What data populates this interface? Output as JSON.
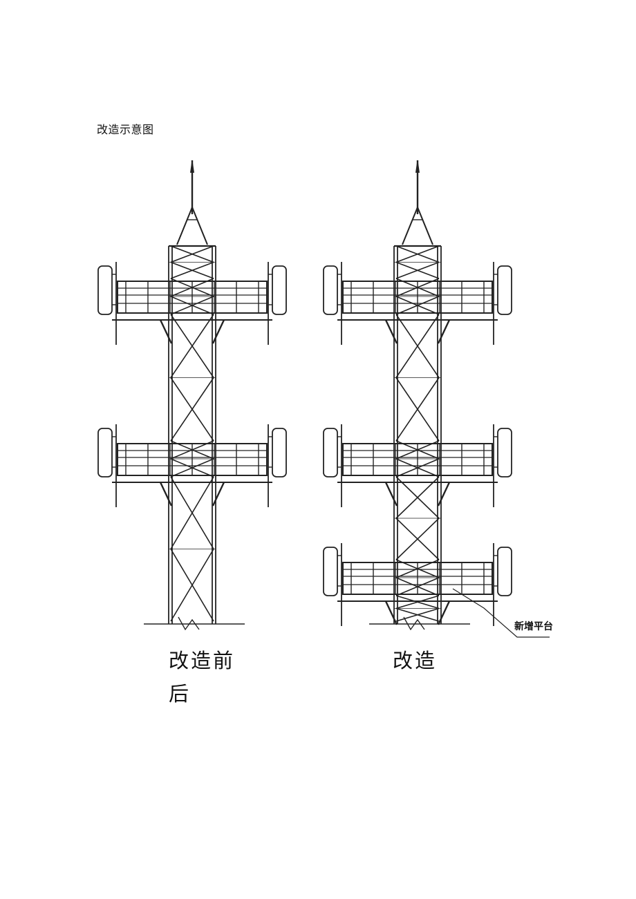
{
  "document": {
    "title": "改造示意图"
  },
  "figure": {
    "left_tower_caption": "改造前后",
    "right_tower_caption": "改造",
    "callout_label": "新增平台"
  }
}
